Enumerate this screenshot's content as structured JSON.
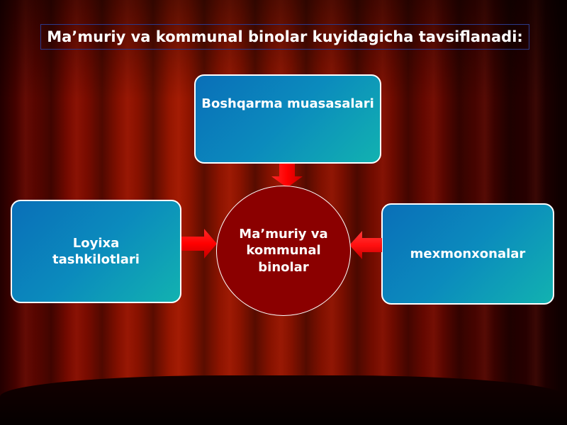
{
  "title": "Ma’muriy va kommunal binolar kuyidagicha tavsiflanadi:",
  "center": {
    "label_line1": "Ma’muriy va",
    "label_line2": "kommunal",
    "label_line3": "binolar"
  },
  "nodes": {
    "top": "Boshqarma muasasalari",
    "left": "Loyixa tashkilotlari",
    "right": "mexmonxonalar"
  },
  "colors": {
    "box_fill_start": "#0a6fb8",
    "box_fill_end": "#12b2b0",
    "circle_fill": "#8b0000",
    "arrow_fill": "#ff1a1a",
    "title_border": "#2b3a8a"
  }
}
